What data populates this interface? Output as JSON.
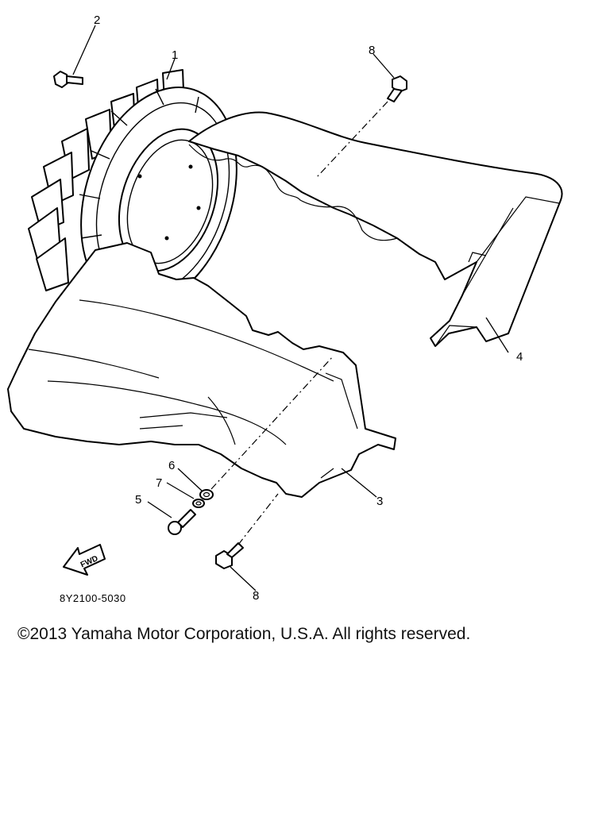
{
  "diagram": {
    "callouts": [
      {
        "id": "1",
        "label": "1"
      },
      {
        "id": "2",
        "label": "2"
      },
      {
        "id": "3",
        "label": "3"
      },
      {
        "id": "4",
        "label": "4"
      },
      {
        "id": "5",
        "label": "5"
      },
      {
        "id": "6",
        "label": "6"
      },
      {
        "id": "7",
        "label": "7"
      },
      {
        "id": "8a",
        "label": "8"
      },
      {
        "id": "8b",
        "label": "8"
      }
    ],
    "fwd_label": "FWD",
    "drawing_code": "8Y2100-5030"
  },
  "footer": {
    "copyright": "©2013 Yamaha Motor Corporation, U.S.A. All rights reserved."
  }
}
